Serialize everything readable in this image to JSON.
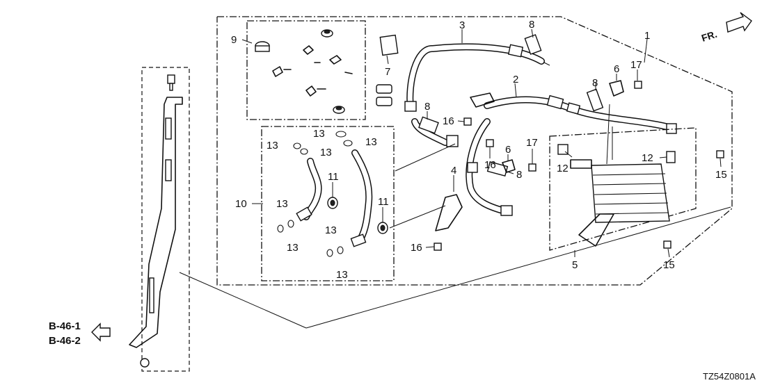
{
  "diagram": {
    "code": "TZ54Z0801A",
    "front_indicator": "FR.",
    "refs": [
      "B-46-1",
      "B-46-2"
    ],
    "callouts": {
      "c1": "1",
      "c2": "2",
      "c3": "3",
      "c4": "4",
      "c5": "5",
      "c6a": "6",
      "c6b": "6",
      "c7": "7",
      "c8a": "8",
      "c8b": "8",
      "c8c": "8",
      "c8d": "8",
      "c9": "9",
      "c10": "10",
      "c11a": "11",
      "c11b": "11",
      "c12a": "12",
      "c12b": "12",
      "c13a": "13",
      "c13b": "13",
      "c13c": "13",
      "c13d": "13",
      "c13e": "13",
      "c13f": "13",
      "c13g": "13",
      "c13h": "13",
      "c15a": "15",
      "c15b": "15",
      "c16a": "16",
      "c16b": "16",
      "c16c": "16",
      "c17a": "17",
      "c17b": "17"
    }
  }
}
